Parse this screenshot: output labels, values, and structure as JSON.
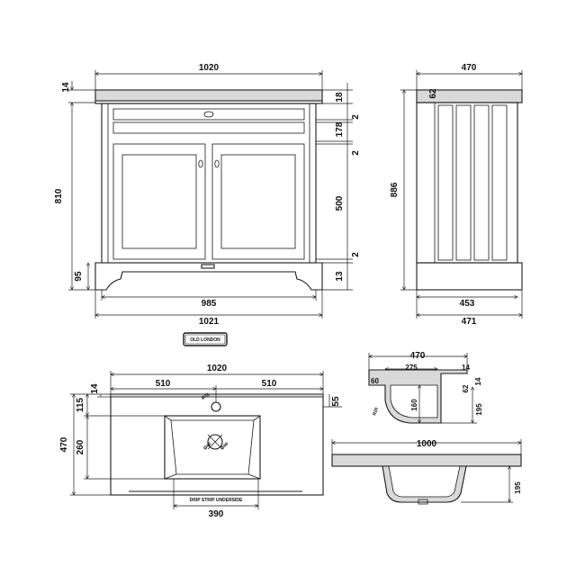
{
  "brand": {
    "logo_text": "OLD LONDON"
  },
  "front_view": {
    "overall_width_top": "1020",
    "overall_width_bottom": "1021",
    "plinth_width": "985",
    "height": "810",
    "top_thickness": "14",
    "plinth_height": "95",
    "right_dims": [
      "18",
      "2",
      "178",
      "2",
      "500",
      "2",
      "13"
    ]
  },
  "side_view": {
    "depth_top": "470",
    "height": "886",
    "top_thickness": "62",
    "depth_plinth": "453",
    "depth_bottom": "471"
  },
  "basin_plan": {
    "width": "1020",
    "half_left": "510",
    "half_right": "510",
    "edge": "14",
    "tap_offset": "115",
    "depth": "470",
    "bowl_depth": "260",
    "bowl_width": "390",
    "tap_hole_offset": "55",
    "tap_hole_label": "Ø35",
    "waste_label_a": "Ø46",
    "waste_label_b": "Ø46",
    "drip_strip_note": "DRIP STRIP UNDERSIDE"
  },
  "basin_section_side": {
    "depth": "470",
    "inner": "275",
    "left": "60",
    "edge_a": "14",
    "edge_b": "62",
    "edge_c": "14",
    "bowl_h": "160",
    "total_h": "195",
    "radius": "R20"
  },
  "basin_section_front": {
    "width": "1000",
    "height": "195"
  }
}
